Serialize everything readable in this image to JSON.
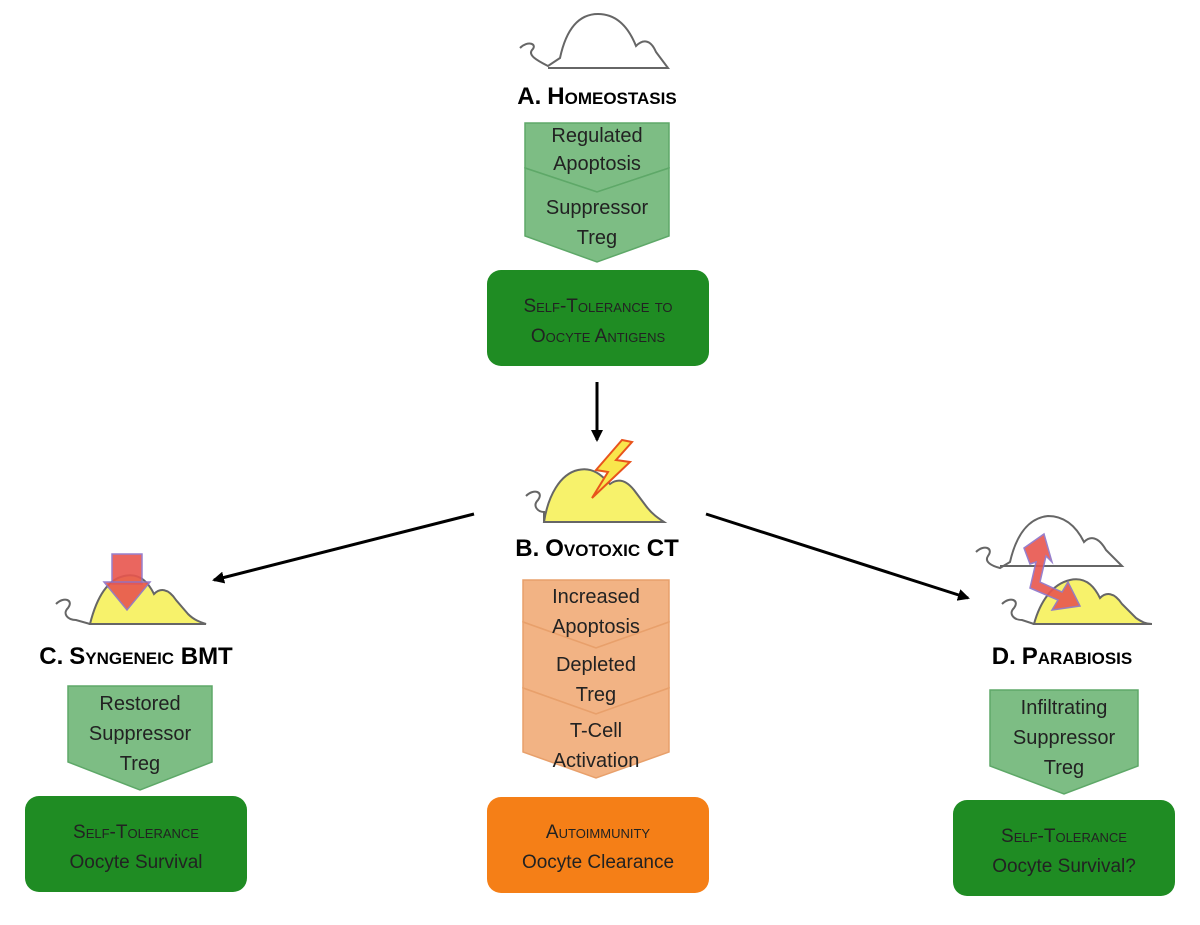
{
  "panels": {
    "a": {
      "title_letter": "A.",
      "title_word": "Homeostasis",
      "chevrons": [
        [
          "Regulated",
          "Apoptosis"
        ],
        [
          "Suppressor",
          "Treg"
        ]
      ],
      "box_lines": [
        "Self-Tolerance to",
        "Oocyte Antigens"
      ]
    },
    "b": {
      "title_letter": "B.",
      "title_word": "Ovotoxic CT",
      "chevrons": [
        [
          "Increased",
          "Apoptosis"
        ],
        [
          "Depleted",
          "Treg"
        ],
        [
          "T-Cell",
          "Activation"
        ]
      ],
      "box_lines": [
        "Autoimmunity",
        "Oocyte Clearance"
      ]
    },
    "c": {
      "title_letter": "C.",
      "title_word": "Syngeneic BMT",
      "chevrons": [
        [
          "Restored",
          "Suppressor",
          "Treg"
        ]
      ],
      "box_lines": [
        "Self-Tolerance",
        "Oocyte Survival"
      ]
    },
    "d": {
      "title_letter": "D.",
      "title_word": "Parabiosis",
      "chevrons": [
        [
          "Infiltrating",
          "Suppressor",
          "Treg"
        ]
      ],
      "box_lines": [
        "Self-Tolerance",
        "Oocyte Survival?"
      ]
    }
  },
  "colors": {
    "chevron_green_fill": "#7dbd84",
    "chevron_green_stroke": "#5ea868",
    "box_green": "#1f8c23",
    "chevron_orange_fill": "#f2b384",
    "chevron_orange_stroke": "#e8a06b",
    "box_orange": "#f57f17",
    "ovary_yellow": "#f7f26b",
    "bolt_yellow": "#f9e64c",
    "bolt_outline": "#e8541c",
    "arrow_red": "#e8564e",
    "arrow_purple": "#8c73c8"
  }
}
